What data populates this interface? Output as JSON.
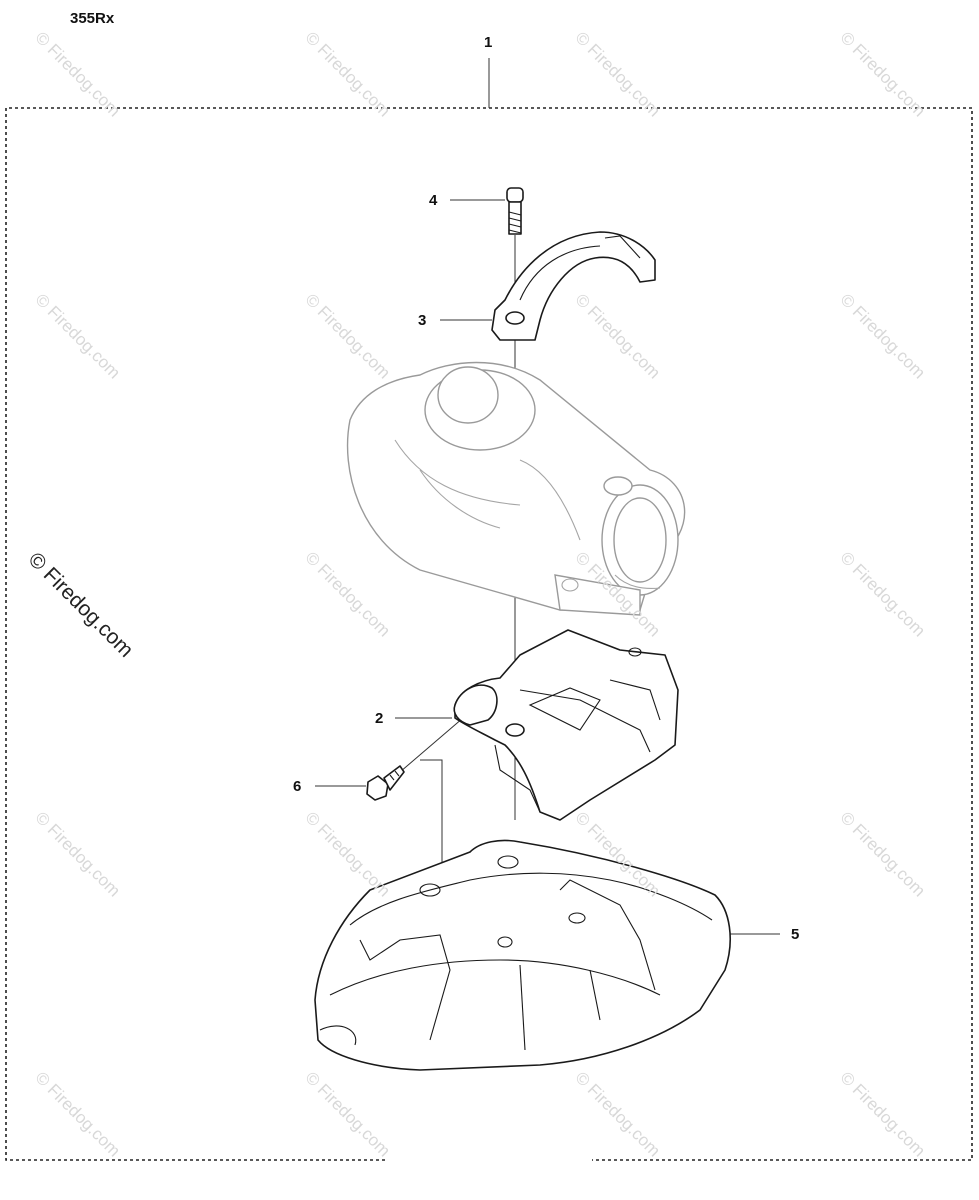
{
  "header": {
    "model": "355Rx"
  },
  "callouts": {
    "c1": "1",
    "c2": "2",
    "c3": "3",
    "c4": "4",
    "c5": "5",
    "c6": "6"
  },
  "watermark": {
    "text": "© Firedog.com"
  },
  "colors": {
    "line": "#1a1a1a",
    "ghost": "#9a9a9a",
    "watermark": "#d8d8d8"
  }
}
